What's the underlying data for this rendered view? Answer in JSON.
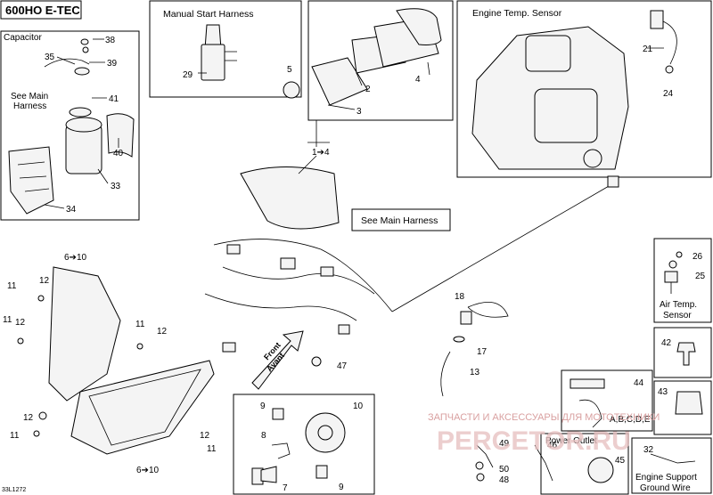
{
  "header": {
    "model": "600HO E-TEC",
    "doc_code": "33L1272"
  },
  "boxes": {
    "capacitor": "Capacitor",
    "manual_start": "Manual Start Harness",
    "engine_temp": "Engine Temp. Sensor",
    "see_main_top": "See Main",
    "see_main_bottom": "Harness",
    "see_main_harness": "See Main Harness",
    "air_temp_1": "Air Temp.",
    "air_temp_2": "Sensor",
    "abcde": "A,B,C,D,E",
    "power_outlet": "Power Outlet",
    "engine_support_1": "Engine Support",
    "engine_support_2": "Ground Wire",
    "front_1": "Front",
    "front_2": "Avant"
  },
  "callouts": {
    "c1_4": "1➔4",
    "c2": "2",
    "c3": "3",
    "c4": "4",
    "c5": "5",
    "c6_10a": "6➔10",
    "c6_10b": "6➔10",
    "c7": "7",
    "c8": "8",
    "c9a": "9",
    "c9b": "9",
    "c10": "10",
    "c11a": "11",
    "c11b": "11",
    "c11c": "11",
    "c11d": "11",
    "c11e": "11",
    "c12a": "12",
    "c12b": "12",
    "c12c": "12",
    "c12d": "12",
    "c13": "13",
    "c17": "17",
    "c18": "18",
    "c21": "21",
    "c24": "24",
    "c25": "25",
    "c26": "26",
    "c29": "29",
    "c32": "32",
    "c33": "33",
    "c34": "34",
    "c35": "35",
    "c38": "38",
    "c39": "39",
    "c40": "40",
    "c41": "41",
    "c42": "42",
    "c43": "43",
    "c44": "44",
    "c45": "45",
    "c46": "46",
    "c47": "47",
    "c48": "48",
    "c49": "49",
    "c50": "50"
  },
  "watermark": {
    "text": "ЗАПЧАСТИ И АКСЕССУАРЫ ДЛЯ МОТОТЕХНИКИ",
    "logo": "PERCETOR.RU"
  }
}
